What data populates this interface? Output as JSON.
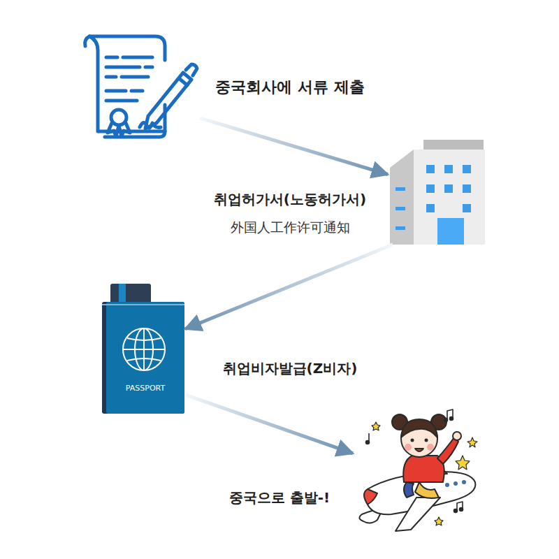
{
  "diagram": {
    "nodes": [
      {
        "text": [
          "중국회사에 서류 제출"
        ]
      },
      {
        "text": [
          "취업허가서(노동허가서)",
          "外国人工作许可通知"
        ]
      },
      {
        "text": [
          "PASSPORT",
          "취업비자발급(Z비자)"
        ]
      },
      {
        "text": [
          "중국으로 출발-!"
        ]
      }
    ],
    "edges": [
      {
        "from": 0,
        "to": 1,
        "arrow": "to"
      },
      {
        "from": 1,
        "to": 2,
        "arrow": "to"
      },
      {
        "from": 2,
        "to": 3,
        "arrow": "to"
      }
    ]
  }
}
